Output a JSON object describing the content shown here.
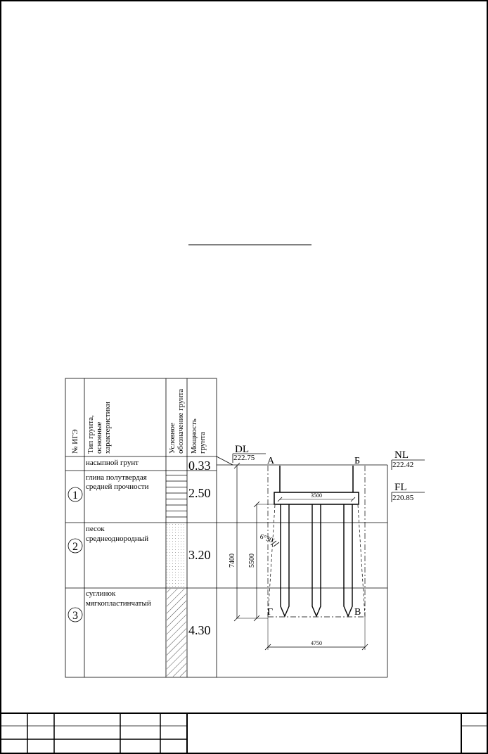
{
  "table": {
    "headers": {
      "num": "№ ИГЭ",
      "type_l1": "Тип грунта,",
      "type_l2": "основные",
      "type_l3": "характеристики",
      "symbol_l1": "Условное",
      "symbol_l2": "обозначение грунта",
      "thick_l1": "Мощность",
      "thick_l2": "грунта"
    },
    "layers": [
      {
        "num": "",
        "name_l1": "насыпной грунт",
        "name_l2": "",
        "thickness": "0.33",
        "pattern": "fill"
      },
      {
        "num": "1",
        "name_l1": "глина полутвердая",
        "name_l2": "средней прочности",
        "thickness": "2.50",
        "pattern": "clay"
      },
      {
        "num": "2",
        "name_l1": "песок",
        "name_l2": "среднеоднородный",
        "thickness": "3.20",
        "pattern": "sand"
      },
      {
        "num": "3",
        "name_l1": "суглинок",
        "name_l2": "мягкопластинчатый",
        "thickness": "4.30",
        "pattern": "loam"
      }
    ]
  },
  "drawing": {
    "dl": {
      "label": "DL",
      "value": "222.75"
    },
    "nl": {
      "label": "NL",
      "value": "222.42"
    },
    "fl": {
      "label": "FL",
      "value": "220.85"
    },
    "corners": {
      "a": "А",
      "b": "Б",
      "v": "В",
      "g": "Г"
    },
    "dims": {
      "cap_width": "3500",
      "base_width": "4750",
      "depth_total": "7400",
      "pile_length": "5500",
      "angle": "6°30'"
    }
  }
}
